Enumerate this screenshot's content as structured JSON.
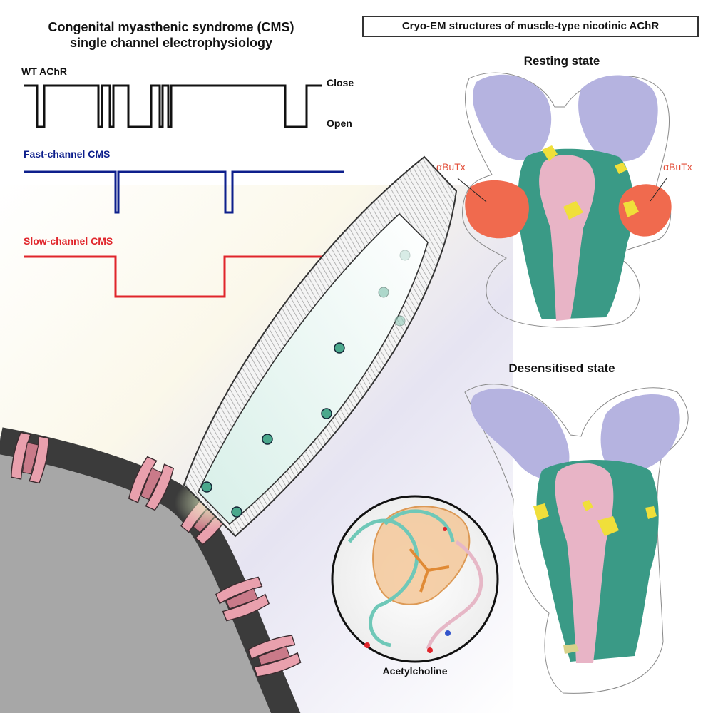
{
  "cms_panel": {
    "title_line1": "Congenital myasthenic syndrome (CMS)",
    "title_line2": "single channel electrophysiology",
    "wt_label": "WT  AChR",
    "close_label": "Close",
    "open_label": "Open",
    "fast_label": "Fast-channel CMS",
    "slow_label": "Slow-channel CMS"
  },
  "cryo_panel": {
    "title": "Cryo-EM structures of muscle-type nicotinic AChR",
    "resting_label": "Resting state",
    "desensitised_label": "Desensitised state",
    "toxin_label_left": "αBuTx",
    "toxin_label_right": "αBuTx"
  },
  "inset": {
    "ligand_label": "Acetylcholine"
  },
  "colors": {
    "wt_trace": "#111111",
    "fast_trace": "#0d1f8c",
    "slow_trace": "#e0252b",
    "receptor_pink": "#e9a0ad",
    "density_purple": "#b5b3e0",
    "density_teal": "#3a9a86",
    "density_pink": "#e8b4c6",
    "density_yellow": "#f0df3a",
    "toxin_red": "#f06a4e",
    "ligand_dot": "#4aa88c"
  }
}
